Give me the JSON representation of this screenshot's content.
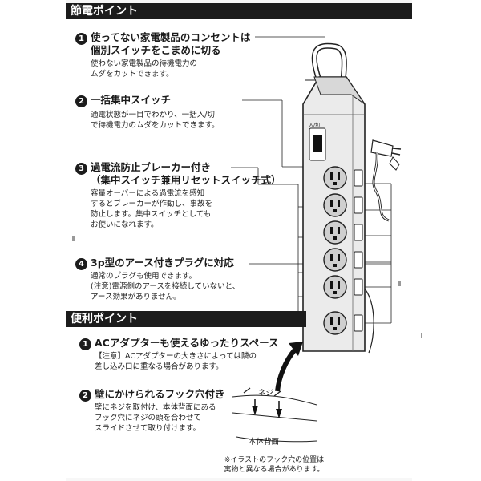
{
  "section1": {
    "heading": "節電ポイント"
  },
  "points": [
    {
      "num": "1",
      "title_lines": [
        "使ってない家電製品のコンセントは",
        "個別スイッチをこまめに切る"
      ],
      "desc_lines": [
        "使わない家電製品の待機電力の",
        "ムダをカットできます。"
      ]
    },
    {
      "num": "2",
      "title_lines": [
        "一括集中スイッチ"
      ],
      "desc_lines": [
        "通電状態が一目でわかり、一括入/切",
        "で待機電力のムダをカットできます。"
      ]
    },
    {
      "num": "3",
      "title_lines": [
        "過電流防止ブレーカー付き",
        "（集中スイッチ兼用リセットスイッチ式）"
      ],
      "desc_lines": [
        "容量オーバーによる過電流を感知",
        "するとブレーカーが作動し、事故を",
        "防止します。集中スイッチとしても",
        "お使いになれます。"
      ]
    },
    {
      "num": "4",
      "title_lines": [
        "3p型のアース付きプラグに対応"
      ],
      "desc_lines": [
        "通常のプラグも使用できます。",
        "(注意)電源側のアースを接続していないと、",
        "アース効果がありません。"
      ]
    }
  ],
  "section2": {
    "heading": "便利ポイント"
  },
  "conv_points": [
    {
      "num": "1",
      "title_lines": [
        "ACアダプターも使えるゆったりスペース"
      ],
      "desc_lines": [
        "【注意】ACアダプターの大きさによっては隣の",
        "差し込み口に重なる場合があります。"
      ]
    },
    {
      "num": "2",
      "title_lines": [
        "壁にかけられるフック穴付き"
      ],
      "desc_lines": [
        "壁にネジを取付け、本体背面にある",
        "フック穴にネジの頭を合わせて",
        "スライドさせて取り付けます。"
      ]
    }
  ],
  "illustration": {
    "switch_label": "入/切",
    "screw_label": "ネジ",
    "back_label": "本体背面"
  },
  "footnote_lines": [
    "※イラストのフック穴の位置は",
    "実物と異なる場合があります。"
  ]
}
